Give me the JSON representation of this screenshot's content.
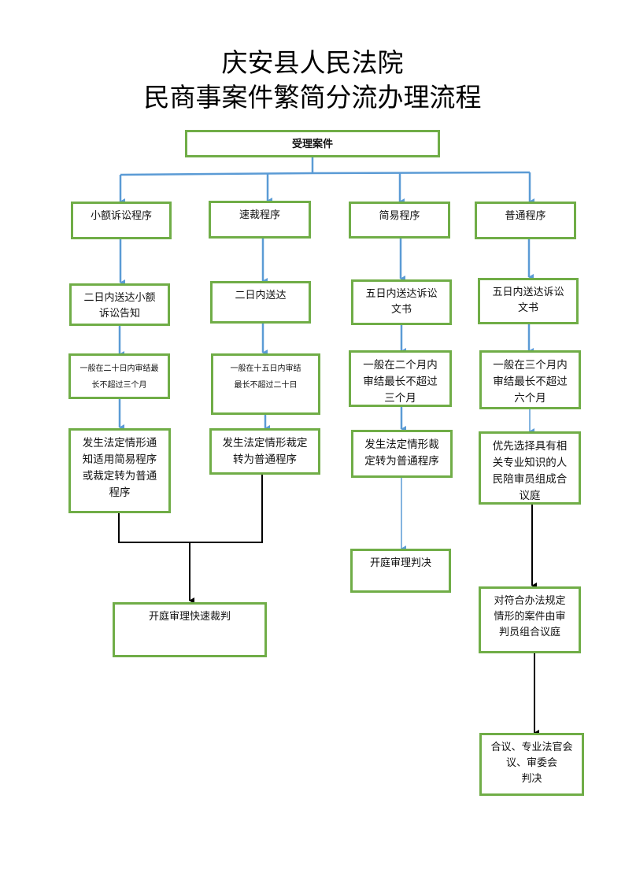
{
  "title": {
    "line1": "庆安县人民法院",
    "line2": "民商事案件繁简分流办理流程"
  },
  "colors": {
    "box_border": "#70ad47",
    "blue_connector": "#5b9bd5",
    "black_connector": "#000000"
  },
  "root": {
    "label": "受理案件"
  },
  "columns": [
    {
      "procedure": "小额诉讼程序",
      "steps": [
        "二日内送达小额\n诉讼告知",
        "一般在二十日内审结最\n长不超过三个月",
        "发生法定情形通\n知适用简易程序\n或裁定转为普通\n程序"
      ]
    },
    {
      "procedure": "速裁程序",
      "steps": [
        "二日内送达",
        "一般在十五日内审结\n最长不超过二十日",
        "发生法定情形裁定\n转为普通程序"
      ]
    },
    {
      "procedure": "简易程序",
      "steps": [
        "五日内送达诉讼\n文书",
        "一般在二个月内\n审结最长不超过\n三个月",
        "发生法定情形裁\n定转为普通程序",
        "开庭审理判决"
      ]
    },
    {
      "procedure": "普通程序",
      "steps": [
        "五日内送达诉讼\n文书",
        "一般在三个月内\n审结最长不超过\n六个月",
        "优先选择具有相\n关专业知识的人\n民陪审员组成合\n议庭",
        "对符合办法规定\n情形的案件由审\n判员组合议庭",
        "合议、专业法官会\n议、审委会\n判决"
      ]
    }
  ],
  "merged_outcome": {
    "label": "开庭审理快速裁判"
  }
}
